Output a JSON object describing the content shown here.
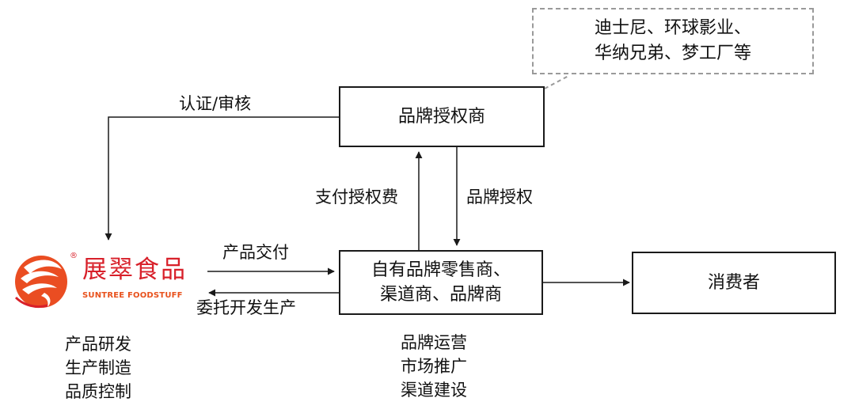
{
  "nodes": {
    "licensor": "品牌授权商",
    "retailer_line1": "自有品牌零售商、",
    "retailer_line2": "渠道商、品牌商",
    "consumer": "消费者",
    "callout_line1": "迪士尼、环球影业、",
    "callout_line2": "华纳兄弟、梦工厂等"
  },
  "edges": {
    "certification": "认证/审核",
    "pay_fee": "支付授权费",
    "brand_license": "品牌授权",
    "product_delivery": "产品交付",
    "oem_production": "委托开发生产"
  },
  "logo": {
    "name_cn": "展翠食品",
    "name_en": "SUNTREE FOODSTUFF",
    "registered": "®",
    "color": "#d8202a"
  },
  "company_roles": [
    "产品研发",
    "生产制造",
    "品质控制"
  ],
  "retailer_roles": [
    "品牌运营",
    "市场推广",
    "渠道建设"
  ]
}
